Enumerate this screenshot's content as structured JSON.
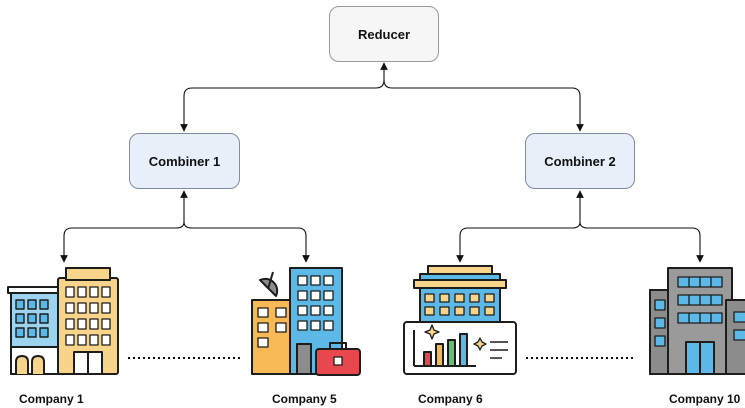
{
  "nodes": {
    "reducer": "Reducer",
    "combiner_1": "Combiner 1",
    "combiner_2": "Combiner 2"
  },
  "companies": {
    "c1": "Company 1",
    "c5": "Company 5",
    "c6": "Company 6",
    "c10": "Company 10"
  },
  "icons": [
    "office-building-icon",
    "office-tower-briefcase-icon",
    "building-chart-icon",
    "skyscraper-icon"
  ],
  "colors": {
    "combiner_fill": "#e8eff9",
    "reducer_fill": "#f6f6f6",
    "outline": "#1d1d1b",
    "window_blue": "#5cb8e6",
    "building_yellow": "#f7d48a",
    "building_grey": "#8c8c8c"
  }
}
